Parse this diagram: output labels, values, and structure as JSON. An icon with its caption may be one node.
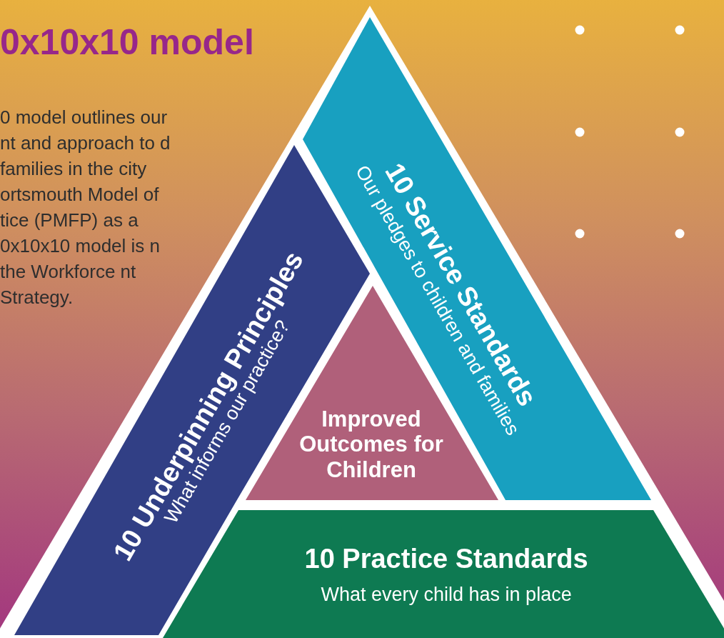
{
  "diagram": {
    "title": "0x10x10 model",
    "nodes": [
      {
        "text": [
          "10 Underpinning Principles",
          "What informs our practice?"
        ]
      },
      {
        "text": [
          "10 Service Standards",
          "Our pledges to children and families"
        ]
      },
      {
        "text": [
          "Improved Outcomes for Children"
        ]
      },
      {
        "text": [
          "10 Practice Standards",
          "What every child has in place"
        ]
      }
    ],
    "edges": [],
    "labels": [
      "0 model outlines our nt and approach to d families in the city ortsmouth Model of tice (PMFP) as a 0x10x10 model is n the Workforce nt Strategy."
    ]
  }
}
